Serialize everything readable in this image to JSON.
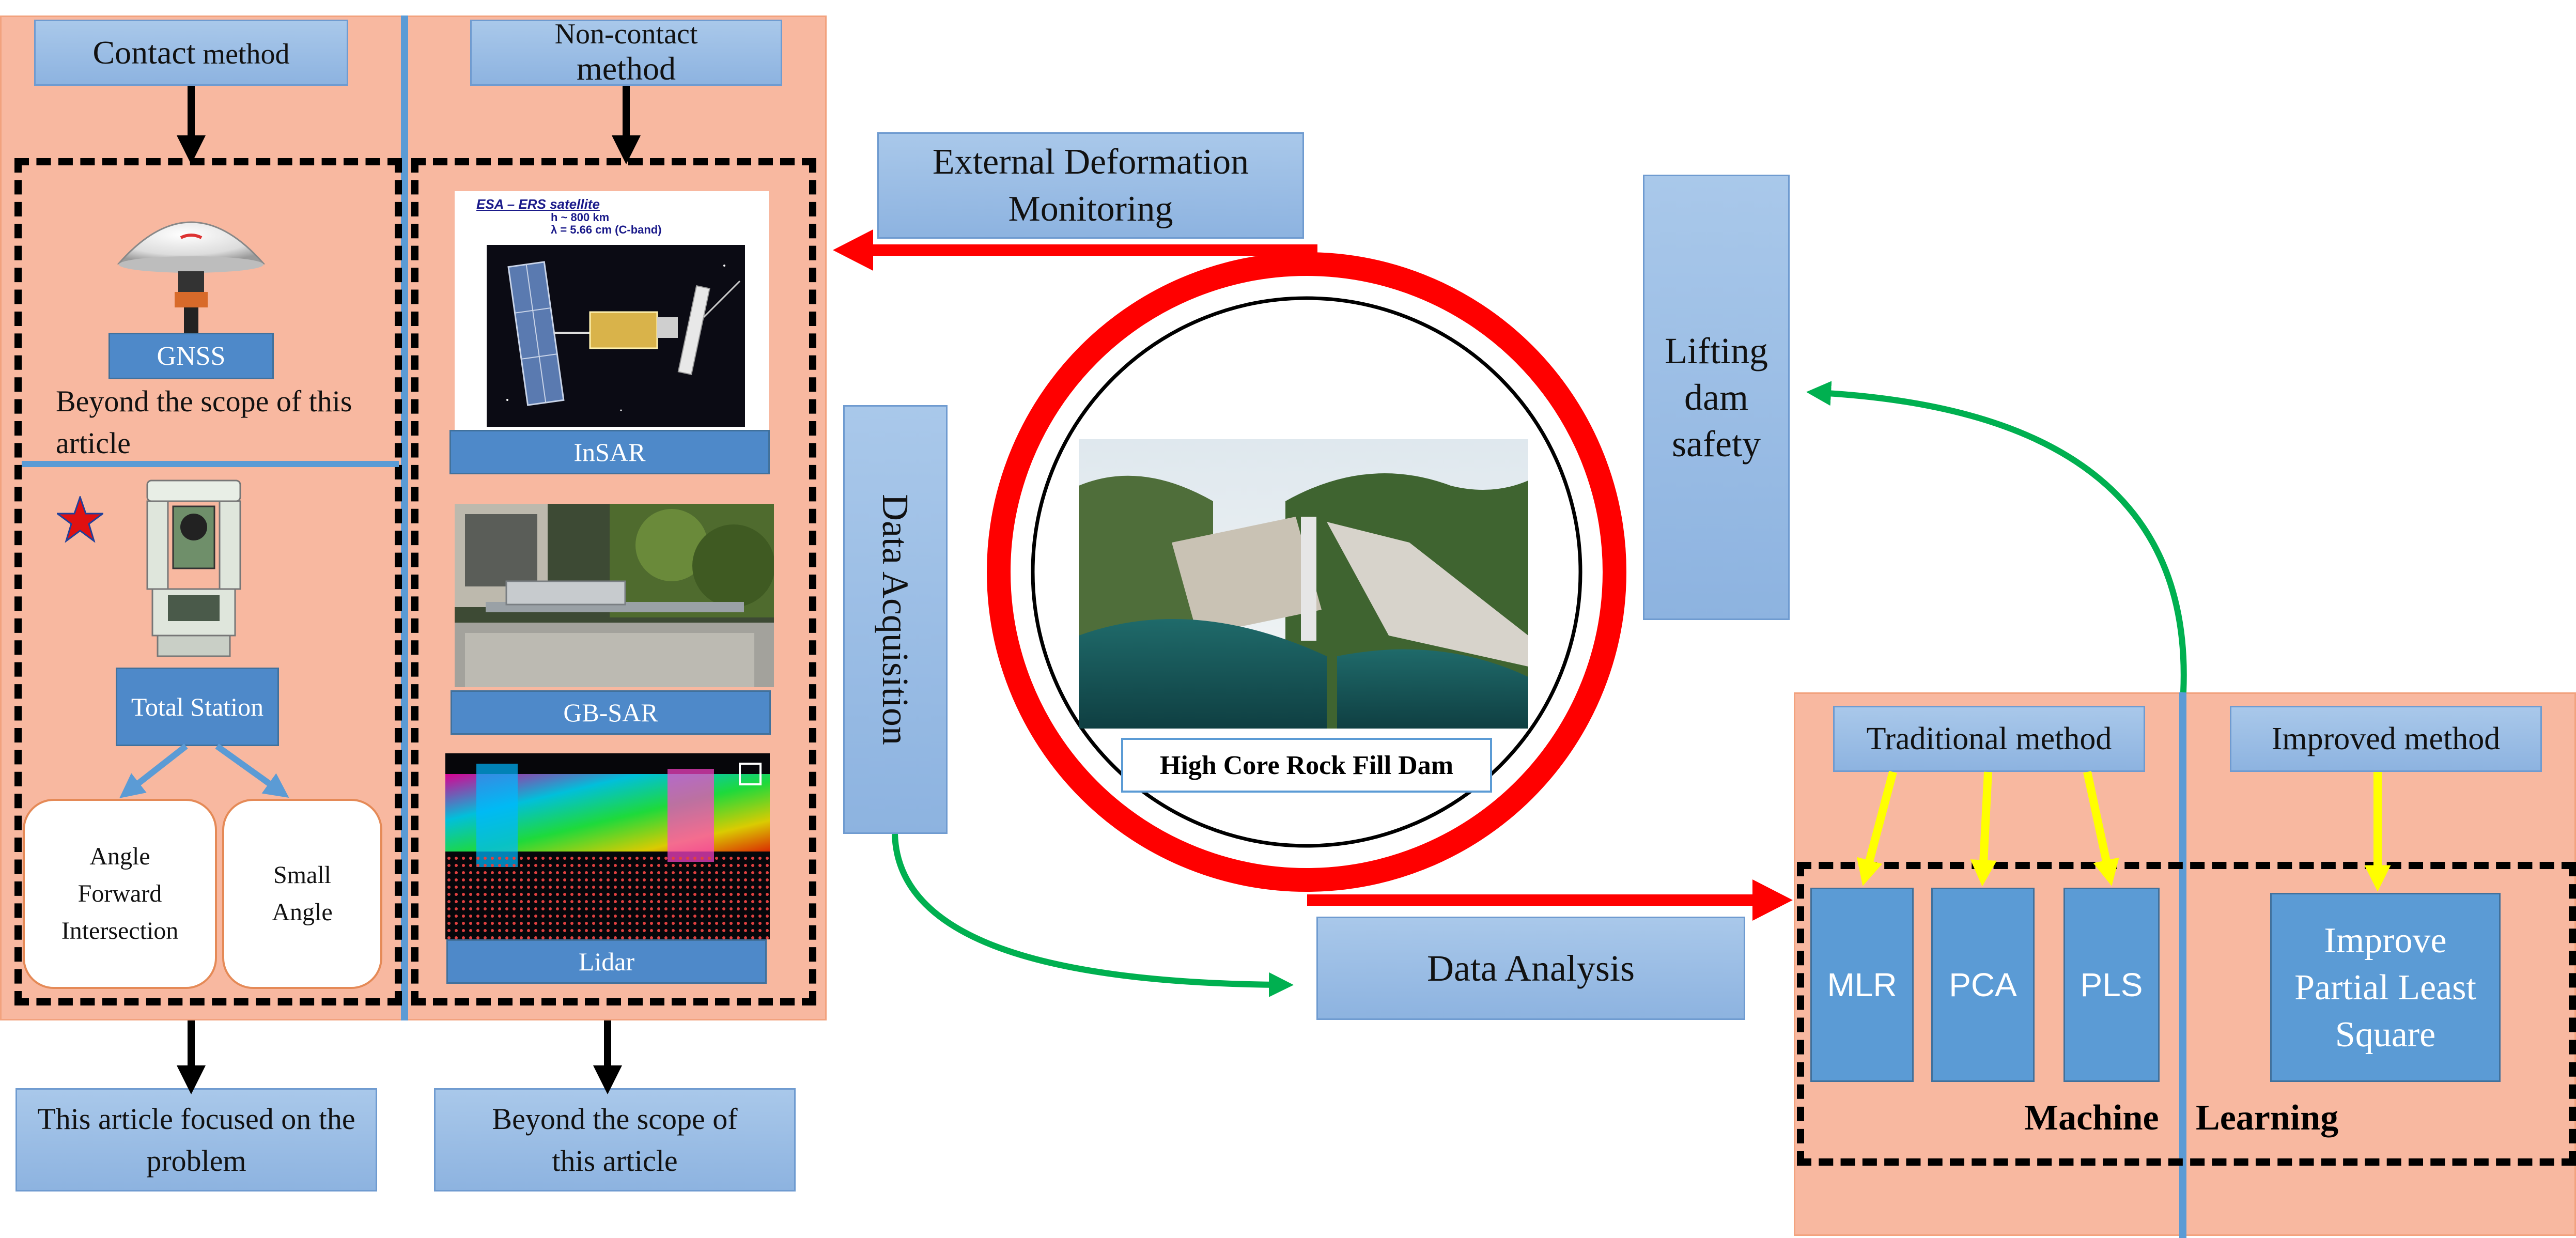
{
  "left_panel": {
    "contact_header": {
      "main": "Contact",
      "suffix": " method"
    },
    "noncontact_header": {
      "line1": "Non-contact",
      "line2": "method"
    },
    "gnss": {
      "label": "GNSS",
      "note": "Beyond the scope of this article"
    },
    "total_station": {
      "label": "Total Station"
    },
    "angle_forward": "Angle Forward Intersection",
    "small_angle": "Small Angle",
    "insar": {
      "label": "InSAR",
      "image_title": "ESA – ERS satellite",
      "image_line1": "h ~ 800 km",
      "image_line2": "λ = 5.66 cm (C-band)"
    },
    "gbsar": {
      "label": "GB-SAR"
    },
    "lidar": {
      "label": "Lidar"
    },
    "bottom_left": "This article focused on the problem",
    "bottom_right": "Beyond the scope of this article"
  },
  "center": {
    "external_deformation": "External Deformation Monitoring",
    "data_acquisition": "Data Acquisition",
    "dam_label": "High Core Rock Fill Dam",
    "data_analysis": "Data Analysis",
    "lifting": "Lifting dam safety"
  },
  "right_panel": {
    "traditional": "Traditional method",
    "improved": "Improved method",
    "methods": [
      "MLR",
      "PCA",
      "PLS"
    ],
    "improve_pls": "Improve Partial Least Square",
    "machine_learning": {
      "left": "Machine",
      "right": "Learning"
    }
  },
  "colors": {
    "panel": "#f8b8a0",
    "blue_box": "#9dbfe6",
    "solid_blue": "#5b9bd5",
    "red_arrow": "#ff0000",
    "green_arrow": "#00b050",
    "yellow_arrow": "#ffff00"
  }
}
